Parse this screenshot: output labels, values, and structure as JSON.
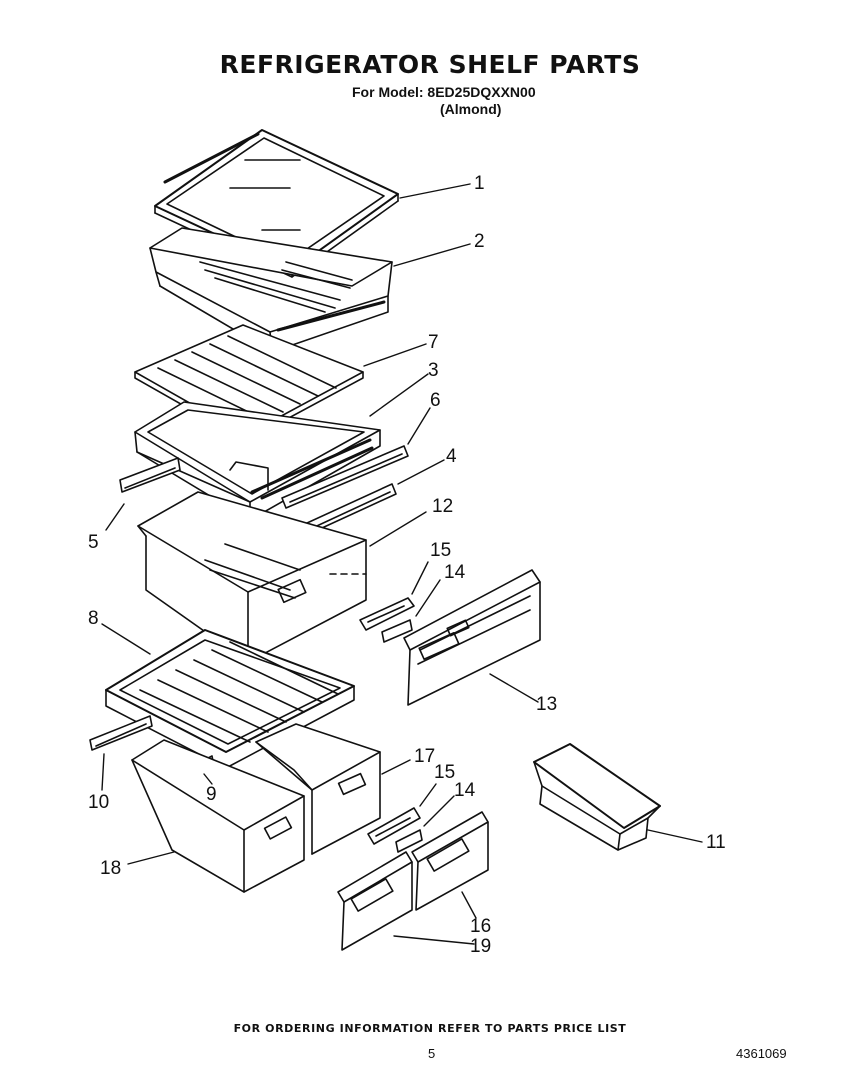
{
  "header": {
    "title": "REFRIGERATOR SHELF PARTS",
    "model_line": "For Model: 8ED25DQXXN00",
    "color_line": "(Almond)"
  },
  "callouts": {
    "c1": "1",
    "c2": "2",
    "c3": "3",
    "c4": "4",
    "c5": "5",
    "c6": "6",
    "c7": "7",
    "c8": "8",
    "c9": "9",
    "c10": "10",
    "c11": "11",
    "c12": "12",
    "c13": "13",
    "c14a": "14",
    "c14b": "14",
    "c15a": "15",
    "c15b": "15",
    "c16": "16",
    "c17": "17",
    "c18": "18",
    "c19": "19"
  },
  "footer": {
    "ordering_note": "FOR ORDERING INFORMATION REFER TO PARTS PRICE LIST",
    "page_number": "5",
    "document_number": "4361069"
  }
}
